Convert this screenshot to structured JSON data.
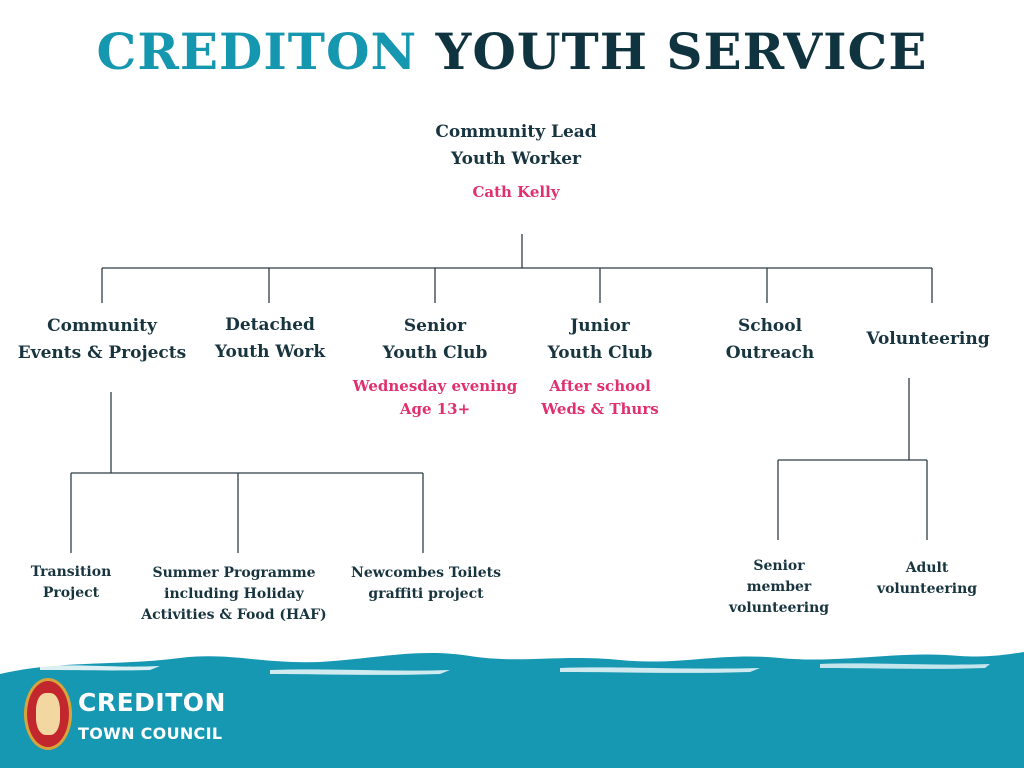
{
  "title": {
    "part1": "CREDITON",
    "part2": "YOUTH SERVICE"
  },
  "root": {
    "line1": "Community Lead",
    "line2": "Youth Worker",
    "name": "Cath Kelly"
  },
  "branches": [
    {
      "line1": "Community",
      "line2": "Events & Projects"
    },
    {
      "line1": "Detached",
      "line2": "Youth Work"
    },
    {
      "line1": "Senior",
      "line2": "Youth Club",
      "sub1": "Wednesday evening",
      "sub2": "Age 13+"
    },
    {
      "line1": "Junior",
      "line2": "Youth Club",
      "sub1": "After school",
      "sub2": "Weds & Thurs"
    },
    {
      "line1": "School",
      "line2": "Outreach"
    },
    {
      "line1": "Volunteering"
    }
  ],
  "projects": [
    {
      "line1": "Transition",
      "line2": "Project"
    },
    {
      "line1": "Summer Programme",
      "line2": "including Holiday",
      "line3": "Activities & Food (HAF)"
    },
    {
      "line1": "Newcombes Toilets",
      "line2": "graffiti project"
    }
  ],
  "volunteering": [
    {
      "line1": "Senior",
      "line2": "member",
      "line3": "volunteering"
    },
    {
      "line1": "Adult",
      "line2": "volunteering"
    }
  ],
  "footer": {
    "name": "CREDITON",
    "sub": "TOWN COUNCIL",
    "logo": "crediton-town-council-seal"
  },
  "colors": {
    "accent": "#1597b0",
    "dark": "#0f3440",
    "highlight": "#e0306f",
    "footer": "#1697b2"
  }
}
